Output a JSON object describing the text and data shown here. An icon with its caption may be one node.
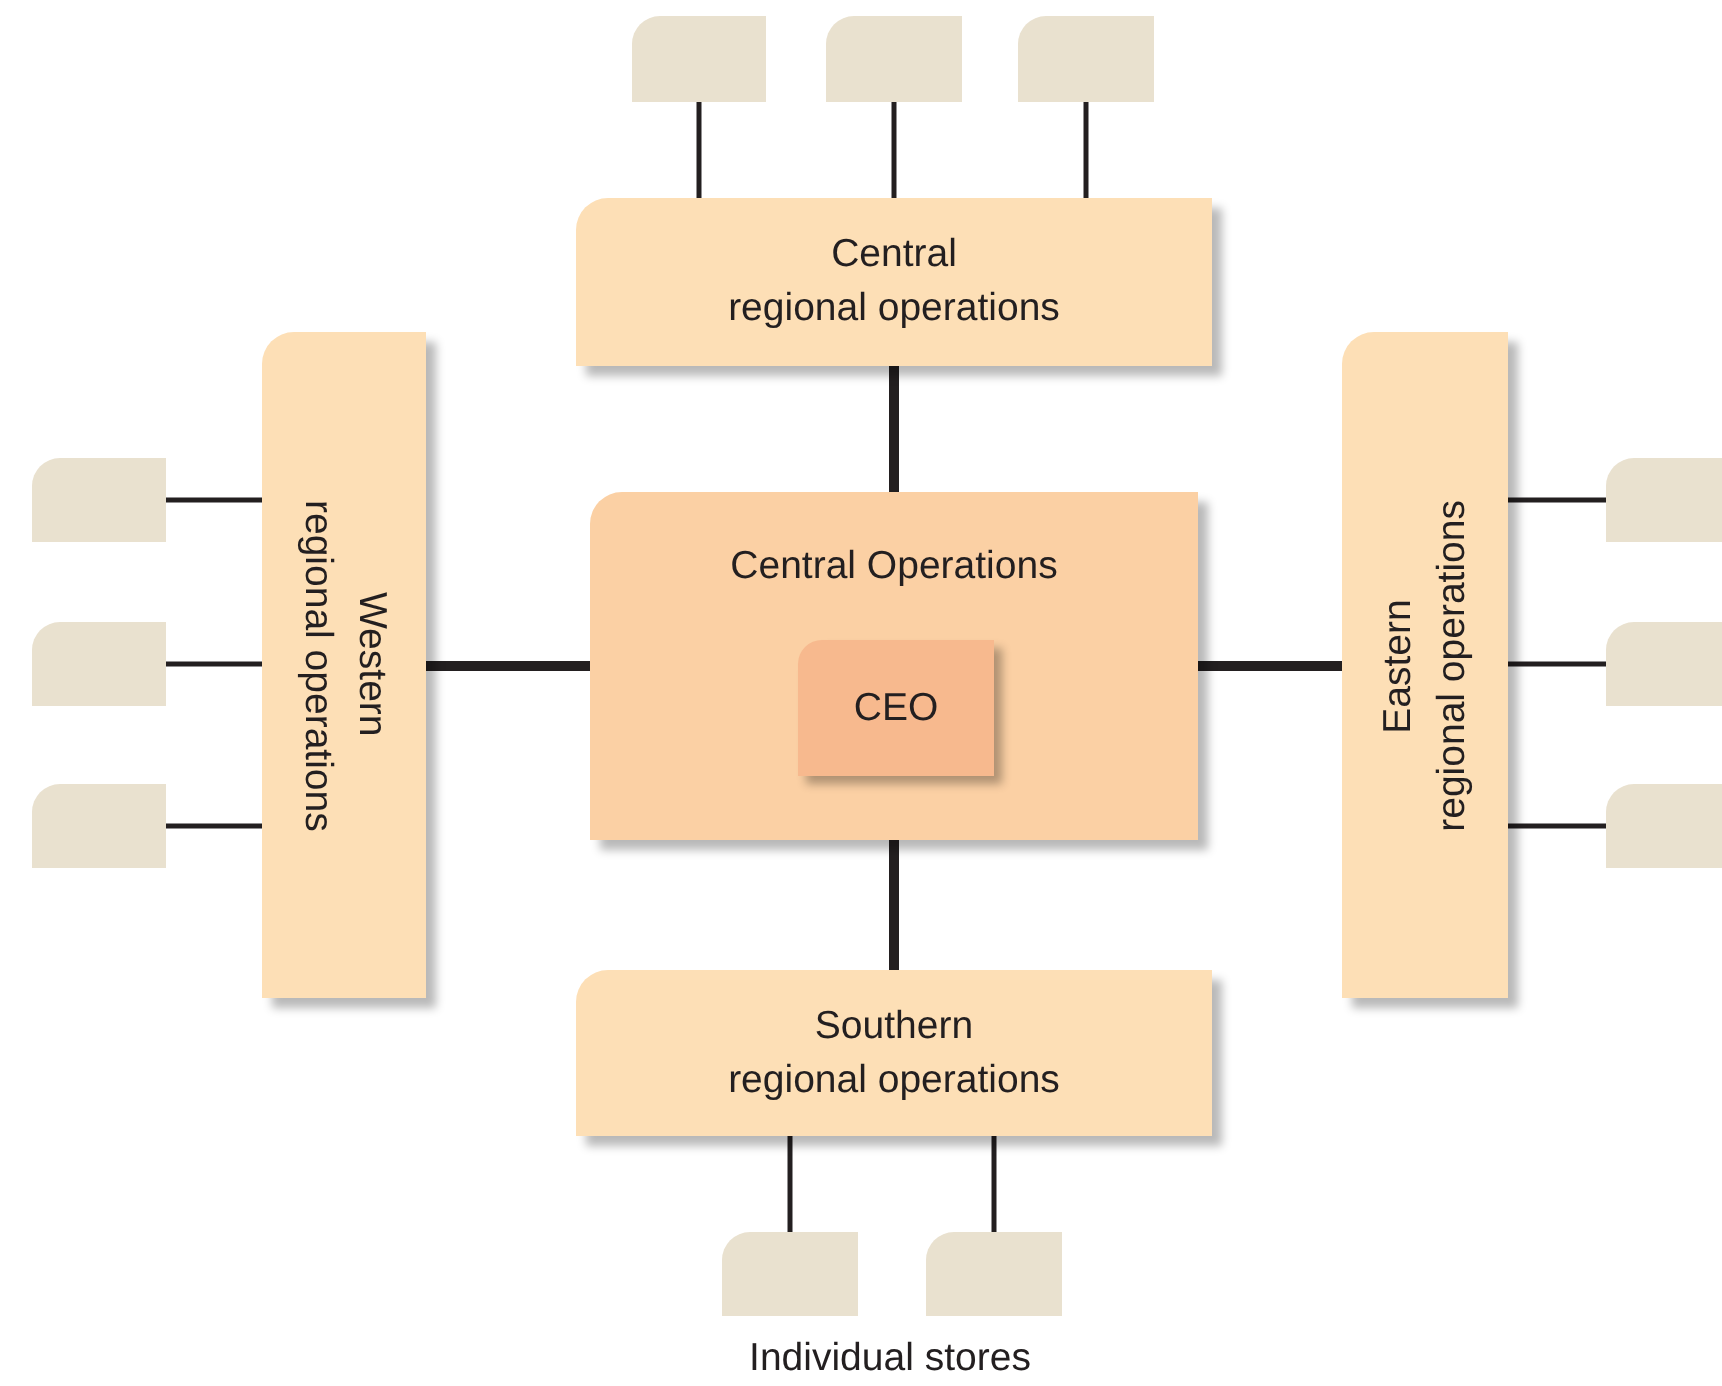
{
  "diagram": {
    "nodes": [
      {
        "text": [],
        "shape": "box"
      },
      {
        "text": [],
        "shape": "box"
      },
      {
        "text": [],
        "shape": "box"
      },
      {
        "text": [
          "Central regional operations"
        ]
      },
      {
        "text": [
          "Western regional operations"
        ]
      },
      {
        "text": [],
        "shape": "box"
      },
      {
        "text": [],
        "shape": "box"
      },
      {
        "text": [],
        "shape": "box"
      },
      {
        "text": [
          "Central Operations"
        ]
      },
      {
        "text": [
          "CEO"
        ],
        "in": 8
      },
      {
        "text": [
          "Eastern regional operations"
        ]
      },
      {
        "text": [],
        "shape": "box"
      },
      {
        "text": [],
        "shape": "box"
      },
      {
        "text": [],
        "shape": "box"
      },
      {
        "text": [
          "Southern regional operations"
        ]
      },
      {
        "text": [],
        "shape": "box"
      },
      {
        "text": [],
        "shape": "box"
      }
    ],
    "edges": [
      {
        "from": 8,
        "to": 3,
        "arrow": "none",
        "style": "thick"
      },
      {
        "from": 8,
        "to": 4,
        "arrow": "none",
        "style": "thick"
      },
      {
        "from": 8,
        "to": 10,
        "arrow": "none",
        "style": "thick"
      },
      {
        "from": 8,
        "to": 14,
        "arrow": "none",
        "style": "thick"
      },
      {
        "from": 3,
        "to": 0,
        "arrow": "none"
      },
      {
        "from": 3,
        "to": 1,
        "arrow": "none"
      },
      {
        "from": 3,
        "to": 2,
        "arrow": "none"
      },
      {
        "from": 4,
        "to": 5,
        "arrow": "none"
      },
      {
        "from": 4,
        "to": 6,
        "arrow": "none"
      },
      {
        "from": 4,
        "to": 7,
        "arrow": "none"
      },
      {
        "from": 10,
        "to": 11,
        "arrow": "none"
      },
      {
        "from": 10,
        "to": 12,
        "arrow": "none"
      },
      {
        "from": 10,
        "to": 13,
        "arrow": "none"
      },
      {
        "from": 14,
        "to": 15,
        "arrow": "none"
      },
      {
        "from": 14,
        "to": 16,
        "arrow": "none"
      }
    ],
    "labels": [
      "Individual stores"
    ]
  }
}
